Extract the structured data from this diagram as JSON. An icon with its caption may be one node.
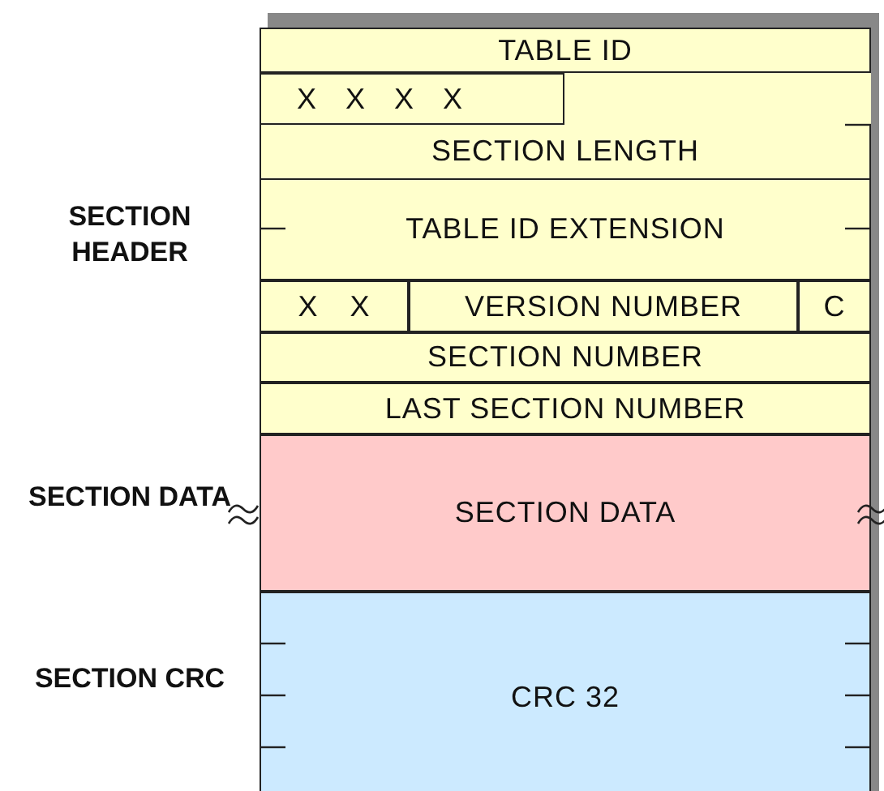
{
  "diagram": {
    "nodes": [
      {
        "text": [
          "TABLE ID"
        ]
      },
      {
        "text": [
          "X X X X"
        ]
      },
      {
        "text": [
          "SECTION LENGTH"
        ]
      },
      {
        "text": [
          "TABLE ID EXTENSION"
        ]
      },
      {
        "text": [
          "X X"
        ]
      },
      {
        "text": [
          "VERSION NUMBER"
        ]
      },
      {
        "text": [
          "C"
        ]
      },
      {
        "text": [
          "SECTION NUMBER"
        ]
      },
      {
        "text": [
          "LAST SECTION NUMBER"
        ]
      },
      {
        "text": [
          "SECTION DATA"
        ]
      },
      {
        "text": [
          "CRC 32"
        ]
      }
    ],
    "labels": [
      "SECTION HEADER",
      "SECTION DATA",
      "SECTION CRC"
    ]
  }
}
